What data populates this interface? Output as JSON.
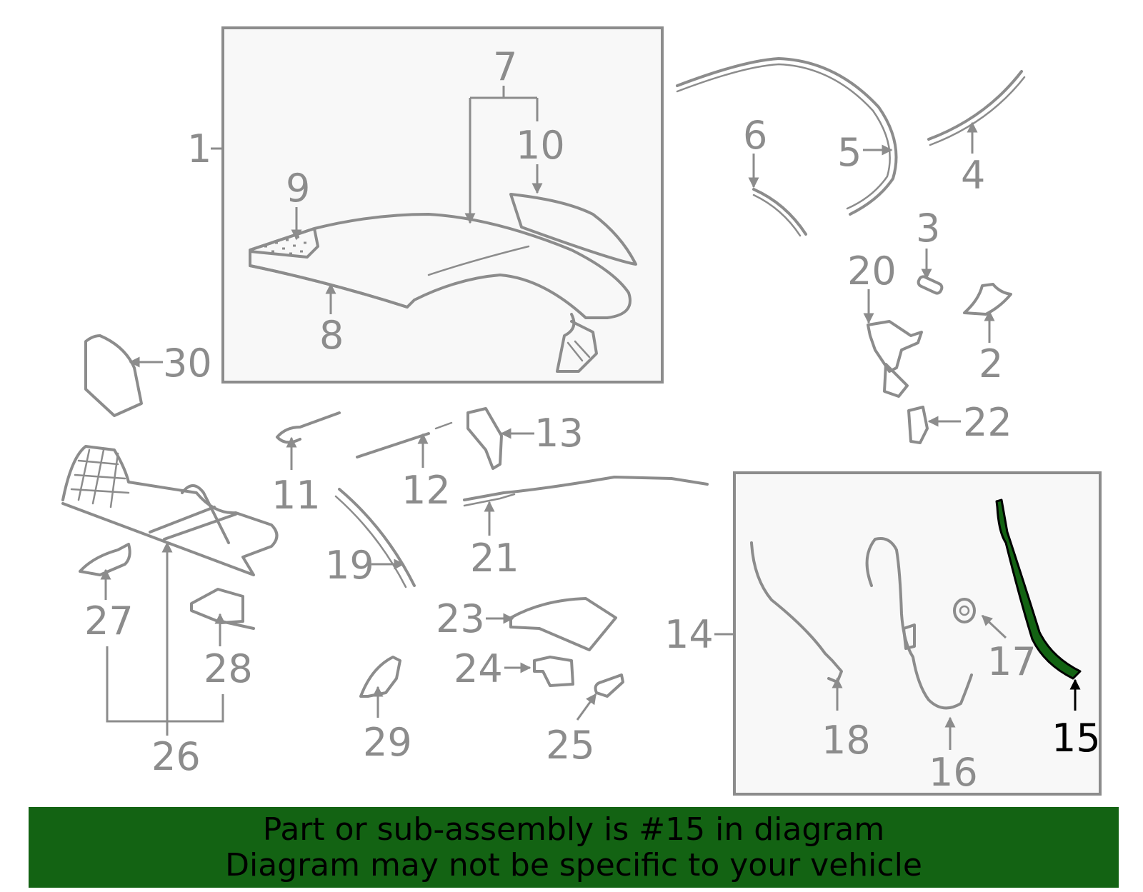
{
  "diagram": {
    "highlight_color": "#136313",
    "highlighted_part": "15",
    "labels": {
      "l1": "1",
      "l2": "2",
      "l3": "3",
      "l4": "4",
      "l5": "5",
      "l6": "6",
      "l7": "7",
      "l8": "8",
      "l9": "9",
      "l10": "10",
      "l11": "11",
      "l12": "12",
      "l13": "13",
      "l14": "14",
      "l15": "15",
      "l16": "16",
      "l17": "17",
      "l18": "18",
      "l19": "19",
      "l20": "20",
      "l21": "21",
      "l22": "22",
      "l23": "23",
      "l24": "24",
      "l25": "25",
      "l26": "26",
      "l27": "27",
      "l28": "28",
      "l29": "29",
      "l30": "30"
    }
  },
  "banner": {
    "line1": "Part or sub-assembly is #15 in diagram",
    "line2": "Diagram may not be specific to your vehicle"
  }
}
